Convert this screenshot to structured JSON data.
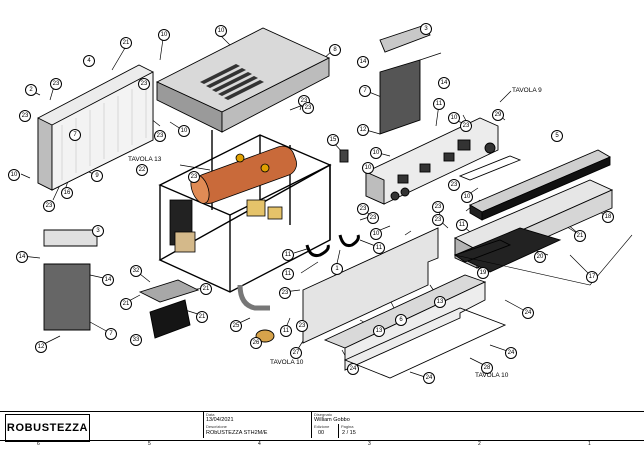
{
  "callouts": {
    "c1": "1",
    "c2": "2",
    "c3": "3",
    "c4": "4",
    "c5": "5",
    "c6": "6",
    "c7": "7",
    "c8": "8",
    "c9": "9",
    "c10": "10",
    "c11": "11",
    "c12": "12",
    "c13": "13",
    "c14": "14",
    "c15": "15",
    "c16": "16",
    "c17": "17",
    "c18": "18",
    "c19": "19",
    "c20": "20",
    "c21": "21",
    "c22": "22",
    "c23": "23",
    "c24": "24",
    "c25": "25",
    "c26": "26",
    "c27": "27",
    "c28": "28",
    "c29": "29",
    "c32": "32",
    "c33": "33"
  },
  "tavola": {
    "t9": "TAVOLA 9",
    "t13": "TAVOLA 13",
    "t10a": "TAVOLA 10",
    "t10b": "TAVOLA 10"
  },
  "title_block": {
    "logo": "ROBUSTEZZA",
    "date_label": "Data",
    "date": "13/04/2021",
    "desc_label": "Descrizione",
    "desc": "RObUSTEZZA STH2M/E",
    "designer_label": "Disegnato",
    "designer": "William Gobbo",
    "edition_label": "Edizione",
    "edition": "00",
    "page_label": "Pagina",
    "page": "2 / 15"
  },
  "ruler": {
    "r1": "6",
    "r2": "5",
    "r3": "4",
    "r4": "3",
    "r5": "2",
    "r6": "1"
  }
}
